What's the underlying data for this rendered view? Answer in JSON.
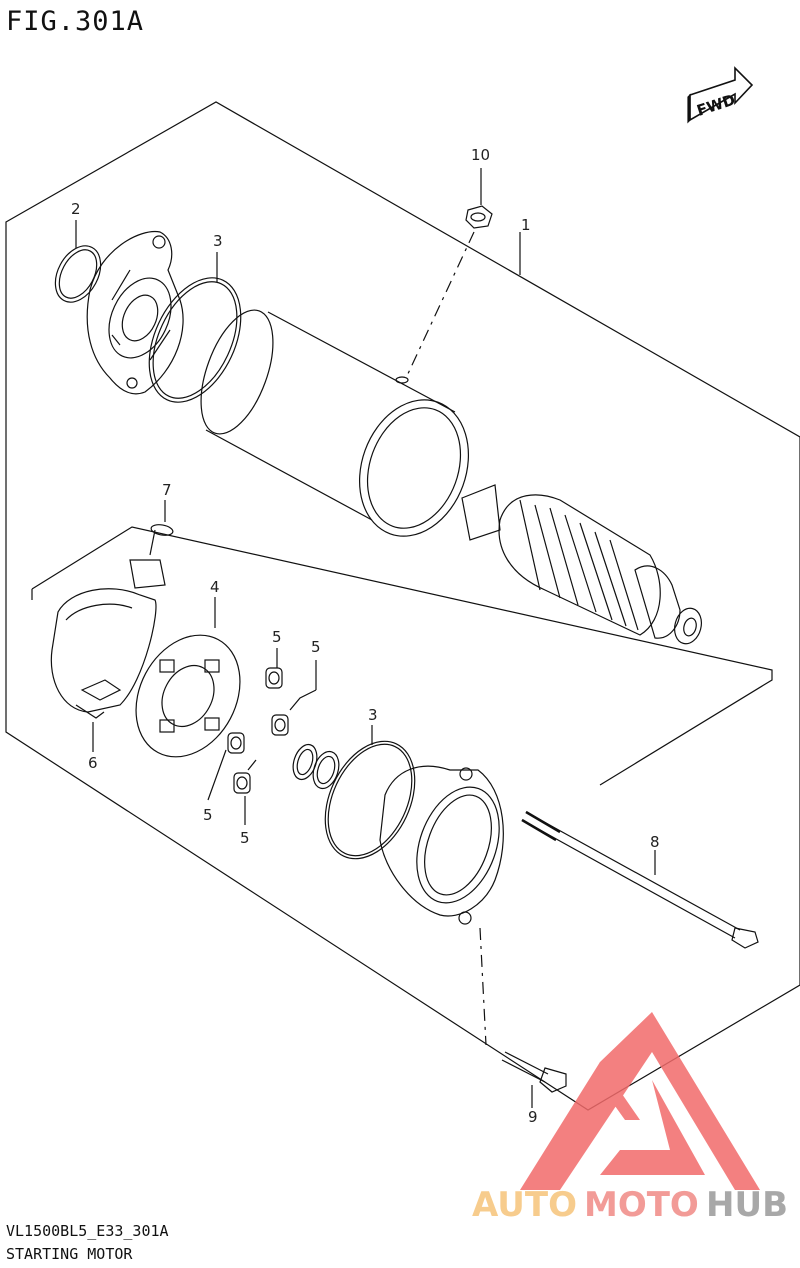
{
  "figure": {
    "title": "FIG.301A"
  },
  "direction_badge": {
    "label": "FWD"
  },
  "callouts": {
    "p1": "1",
    "p2": "2",
    "p3a": "3",
    "p3b": "3",
    "p4": "4",
    "p5a": "5",
    "p5b": "5",
    "p5c": "5",
    "p5d": "5",
    "p6": "6",
    "p7": "7",
    "p8": "8",
    "p9": "9",
    "p10": "10"
  },
  "footer": {
    "code": "VL1500BL5_E33_301A",
    "name": "STARTING MOTOR"
  },
  "watermark": {
    "part1": "AUTO",
    "part2": "MOTO",
    "part3": "HUB",
    "colors": {
      "auto": "#f6c47a",
      "moto": "#f08a86",
      "hub": "#9a9a9a",
      "triangle": "#f26b6b"
    }
  }
}
